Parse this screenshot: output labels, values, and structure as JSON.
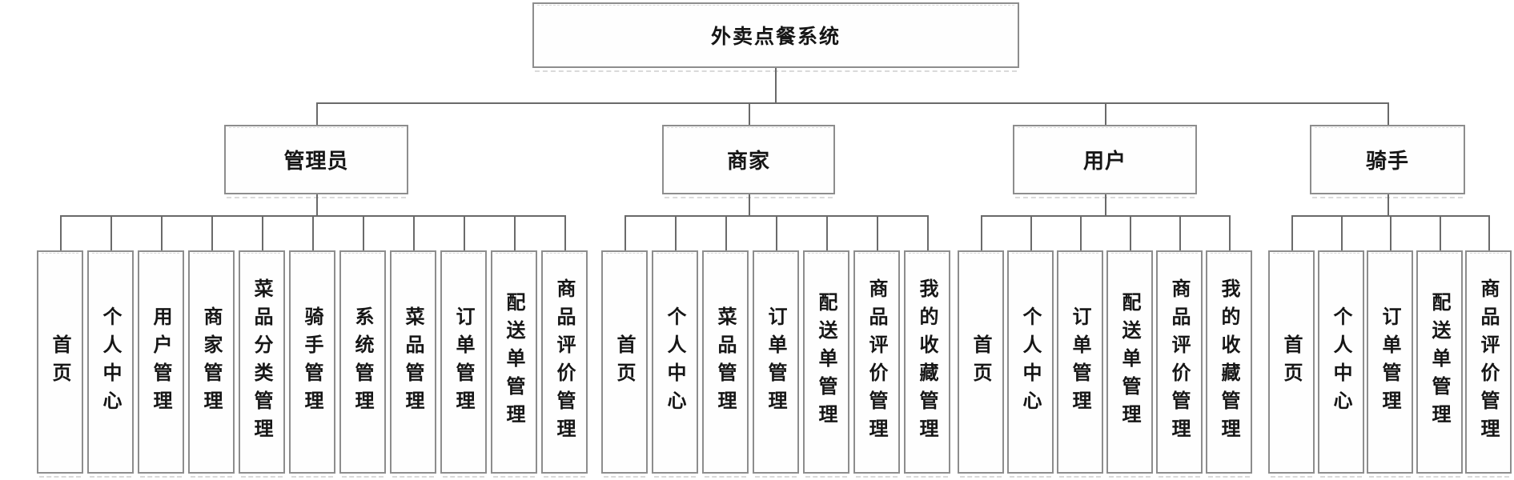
{
  "tree": {
    "root": "外卖点餐系统",
    "branches": [
      {
        "label": "管理员",
        "children": [
          "首页",
          "个人中心",
          "用户管理",
          "商家管理",
          "菜品分类管理",
          "骑手管理",
          "系统管理",
          "菜品管理",
          "订单管理",
          "配送单管理",
          "商品评价管理"
        ]
      },
      {
        "label": "商家",
        "children": [
          "首页",
          "个人中心",
          "菜品管理",
          "订单管理",
          "配送单管理",
          "商品评价管理",
          "我的收藏管理"
        ]
      },
      {
        "label": "用户",
        "children": [
          "首页",
          "个人中心",
          "订单管理",
          "配送单管理",
          "商品评价管理",
          "我的收藏管理"
        ]
      },
      {
        "label": "骑手",
        "children": [
          "首页",
          "个人中心",
          "订单管理",
          "配送单管理",
          "商品评价管理"
        ]
      }
    ]
  },
  "colors": {
    "line": "#6a6a6a",
    "box_border": "#8d8d8d",
    "text": "#161616",
    "background": "#ffffff"
  }
}
